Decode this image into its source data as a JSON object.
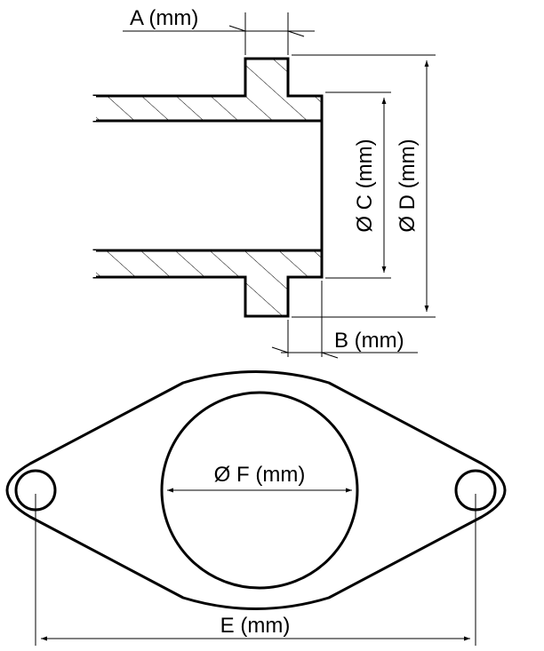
{
  "labels": {
    "a": "A (mm)",
    "b": "B (mm)",
    "c": "Ø C (mm)",
    "d": "Ø D (mm)",
    "e": "E (mm)",
    "f": "Ø F (mm)"
  },
  "colors": {
    "line": "#000000",
    "background": "#ffffff"
  }
}
